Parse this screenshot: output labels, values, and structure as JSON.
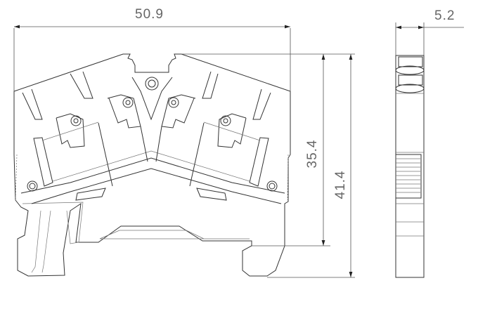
{
  "dimensions": {
    "overall_width": "50.9",
    "side_width": "5.2",
    "height_to_rail": "35.4",
    "overall_height": "41.4"
  }
}
